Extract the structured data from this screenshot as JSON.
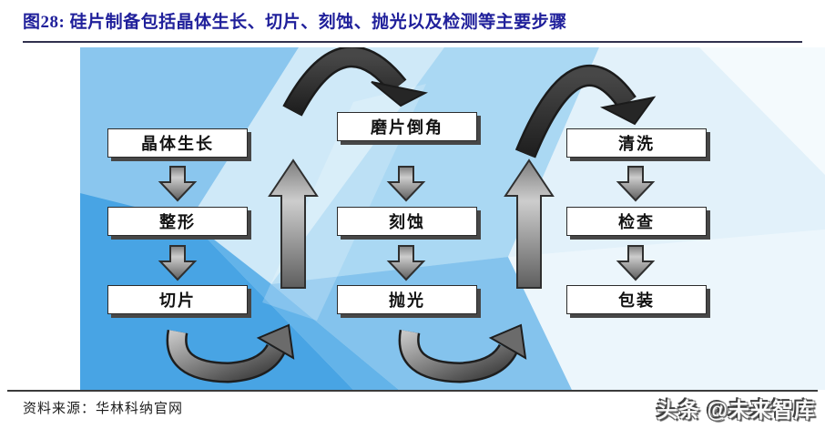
{
  "header": {
    "title": "图28:  硅片制备包括晶体生长、切片、刻蚀、抛光以及检测等主要步骤"
  },
  "diagram": {
    "boxes": {
      "col1": [
        "晶体生长",
        "整形",
        "切片"
      ],
      "col2": [
        "磨片倒角",
        "刻蚀",
        "抛光"
      ],
      "col3": [
        "清洗",
        "检查",
        "包装"
      ]
    },
    "flow_order": [
      "晶体生长",
      "整形",
      "切片",
      "磨片倒角",
      "刻蚀",
      "抛光",
      "清洗",
      "检查",
      "包装"
    ]
  },
  "footer": {
    "source": "资料来源：华林科纳官网",
    "watermark": "头条 @未来智库"
  },
  "colors": {
    "title_navy": "#20209b",
    "rule_dark": "#3b3b3b",
    "box_border": "#2b2b2b",
    "box_shadow": "#474747",
    "bg_blue_vivid": "#48a4e4",
    "bg_blue_medium": "#8ac6ee",
    "bg_blue_light": "#cfe9f8",
    "bg_blue_pale": "#ecf6fc",
    "arrow_metal_gray": "#8a8a8a",
    "arc_dark": "#2a2a2a"
  }
}
